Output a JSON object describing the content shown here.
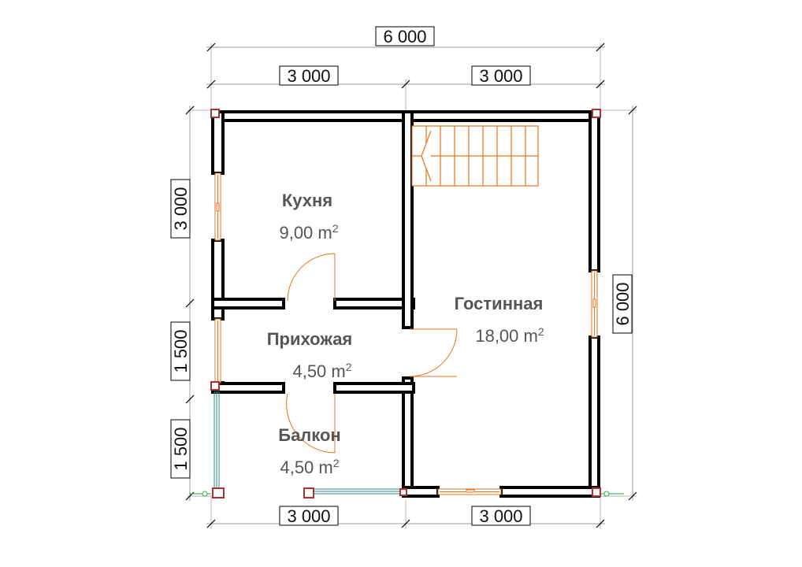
{
  "dimensions": {
    "top_total": "6 000",
    "top_left": "3 000",
    "top_right": "3 000",
    "bottom_left": "3 000",
    "bottom_right": "3 000",
    "left_upper": "3 000",
    "left_middle": "1 500",
    "left_lower": "1 500",
    "right_total": "6 000"
  },
  "rooms": [
    {
      "name": "Кухня",
      "area": "9,00 m",
      "sup": "2"
    },
    {
      "name": "Прихожая",
      "area": "4,50 m",
      "sup": "2"
    },
    {
      "name": "Гостинная",
      "area": "18,00 m",
      "sup": "2"
    },
    {
      "name": "Балкон",
      "area": "4,50 m",
      "sup": "2"
    }
  ],
  "colors": {
    "wall": "#000000",
    "door_window": "#e8731c",
    "column": "#b03030",
    "railing": "#2b8b8b",
    "room_text": "#555555"
  }
}
